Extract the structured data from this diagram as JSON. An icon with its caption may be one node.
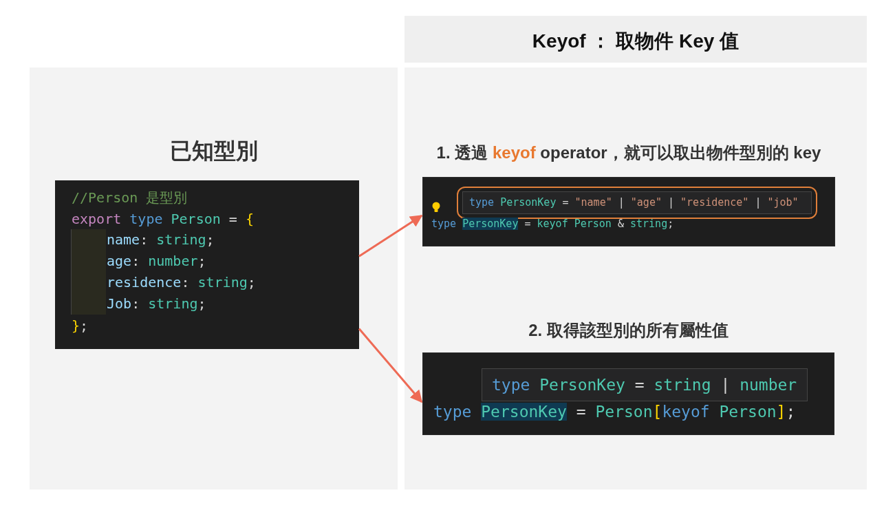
{
  "diagram": {
    "nodes": [
      {
        "text": [
          "已知型別"
        ]
      },
      {
        "text": [
          "//Person 是型別",
          "export type Person = {",
          "name: string;",
          "age: number;",
          "residence: string;",
          "Job: string;",
          "};"
        ],
        "in": 0
      },
      {
        "text": [
          "Keyof ： 取物件 Key 值"
        ]
      },
      {
        "text": [],
        "shape": "box"
      },
      {
        "text": [
          "1. 透過 **keyof** operator，就可以取出物件型別的 key",
          "type PersonKey = keyof Person & string;"
        ],
        "in": 3
      },
      {
        "text": [
          "type PersonKey = \"name\" | \"age\" | \"residence\" | \"job\""
        ],
        "in": 4
      },
      {
        "text": [
          "2. 取得該型別的所有屬性值",
          "type PersonKey = Person[keyof Person];"
        ],
        "in": 3
      },
      {
        "text": [
          "type PersonKey = string | number"
        ],
        "in": 6
      }
    ],
    "edges": [
      {
        "from": 1,
        "to": 4,
        "arrow": "to"
      },
      {
        "from": 1,
        "to": 6,
        "arrow": "to"
      }
    ]
  }
}
